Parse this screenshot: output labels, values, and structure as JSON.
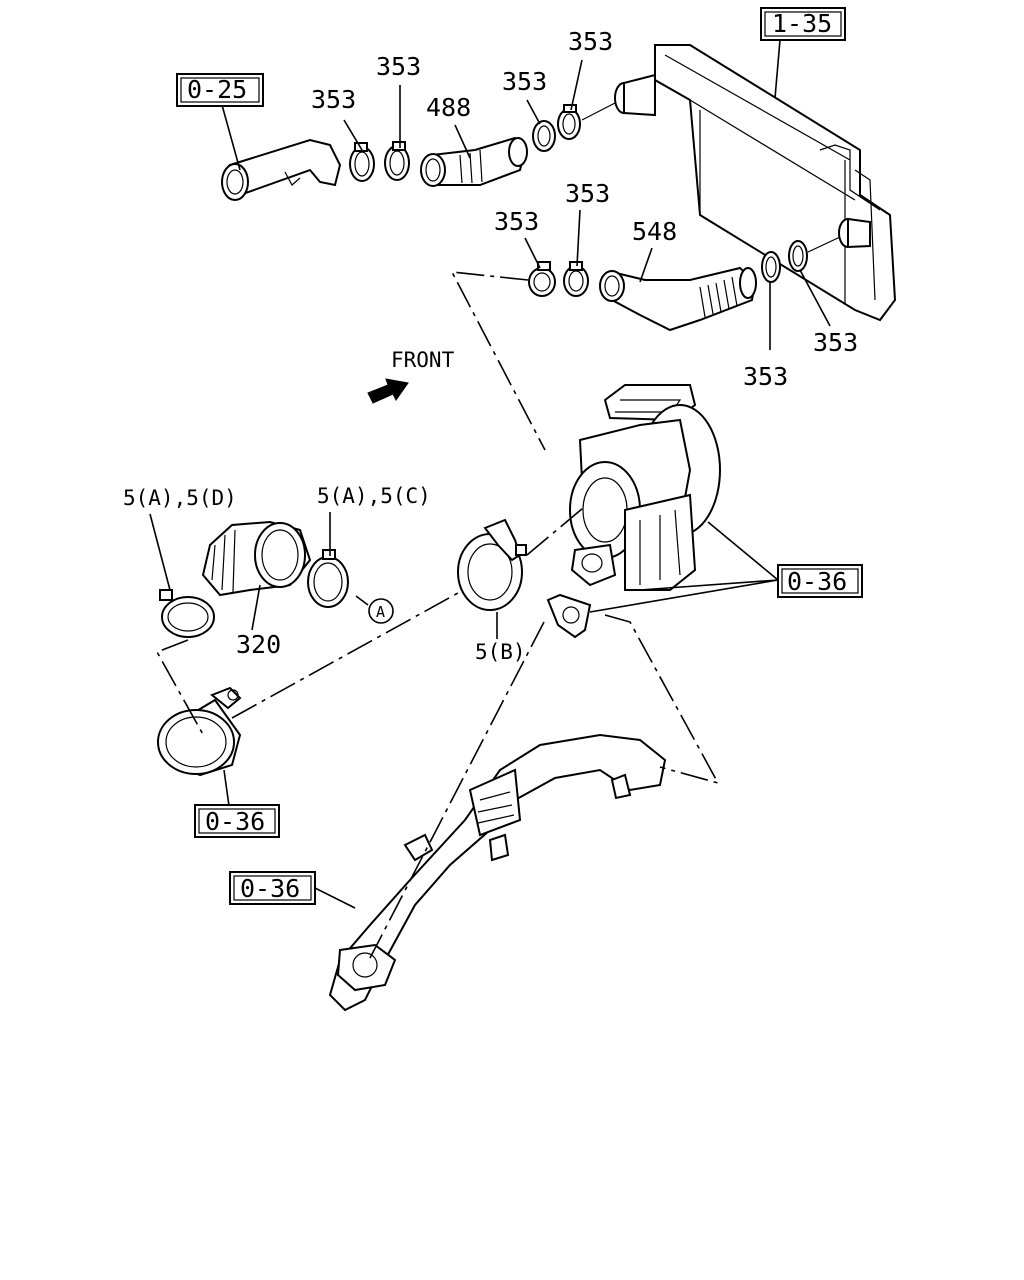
{
  "labels": {
    "ref_1_35": "1-35",
    "ref_0_25": "0-25",
    "ref_0_36_turbo": "0-36",
    "ref_0_36_elbow": "0-36",
    "ref_0_36_pipe": "0-36",
    "clamp_353_a": "353",
    "clamp_353_b": "353",
    "clamp_353_c": "353",
    "clamp_353_d": "353",
    "clamp_353_e": "353",
    "clamp_353_f": "353",
    "clamp_353_g": "353",
    "clamp_353_h": "353",
    "hose_488": "488",
    "hose_548": "548",
    "hose_320": "320",
    "clamp_5ad": "5(A),5(D)",
    "clamp_5ac": "5(A),5(C)",
    "clamp_5b": "5(B)",
    "circle_a": "A",
    "front": "FRONT"
  }
}
